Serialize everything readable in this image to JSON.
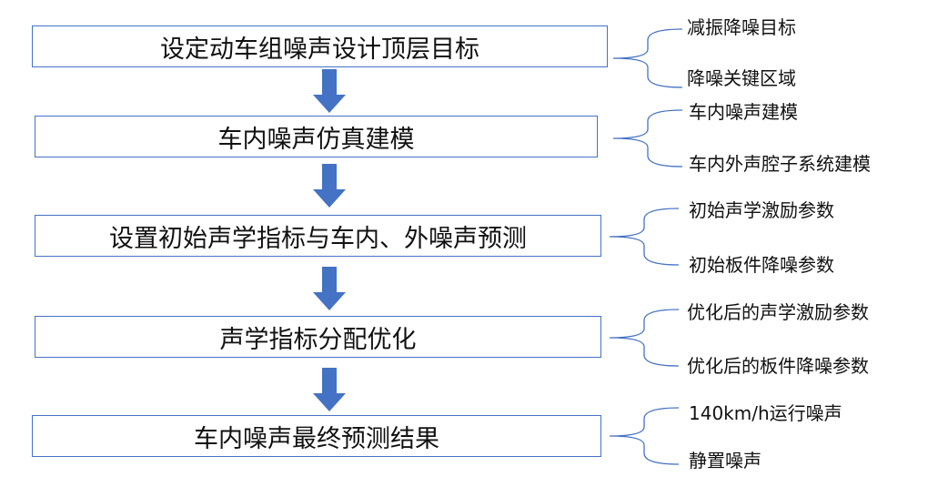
{
  "colors": {
    "box_border": "#4472c4",
    "arrow": "#4472c4",
    "brace": "#4472c4"
  },
  "steps": [
    {
      "label": "设定动车组噪声设计顶层目标",
      "notes": [
        "减振降噪目标",
        "降噪关键区域"
      ]
    },
    {
      "label": "车内噪声仿真建模",
      "notes": [
        "车内噪声建模",
        "车内外声腔子系统建模"
      ]
    },
    {
      "label": "设置初始声学指标与车内、外噪声预测",
      "notes": [
        "初始声学激励参数",
        "初始板件降噪参数"
      ]
    },
    {
      "label": "声学指标分配优化",
      "notes": [
        "优化后的声学激励参数",
        "优化后的板件降噪参数"
      ]
    },
    {
      "label": "车内噪声最终预测结果",
      "notes": [
        "140km/h运行噪声",
        "静置噪声"
      ]
    }
  ]
}
